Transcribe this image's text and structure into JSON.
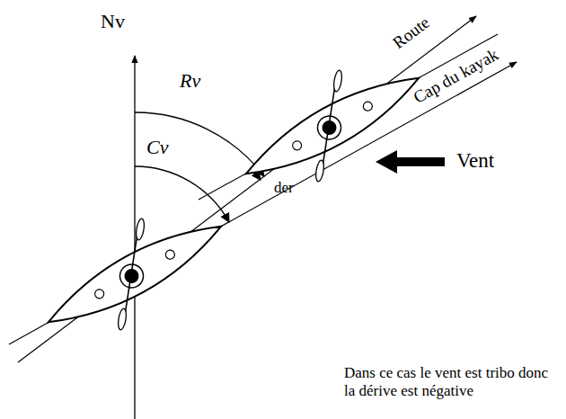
{
  "diagram": {
    "labels": [
      "Nv",
      "Rv",
      "Cv",
      "Route",
      "der",
      "Cap du kayak",
      "Vent",
      "Dans ce cas le vent est tribo donc la dérive est négative"
    ]
  }
}
